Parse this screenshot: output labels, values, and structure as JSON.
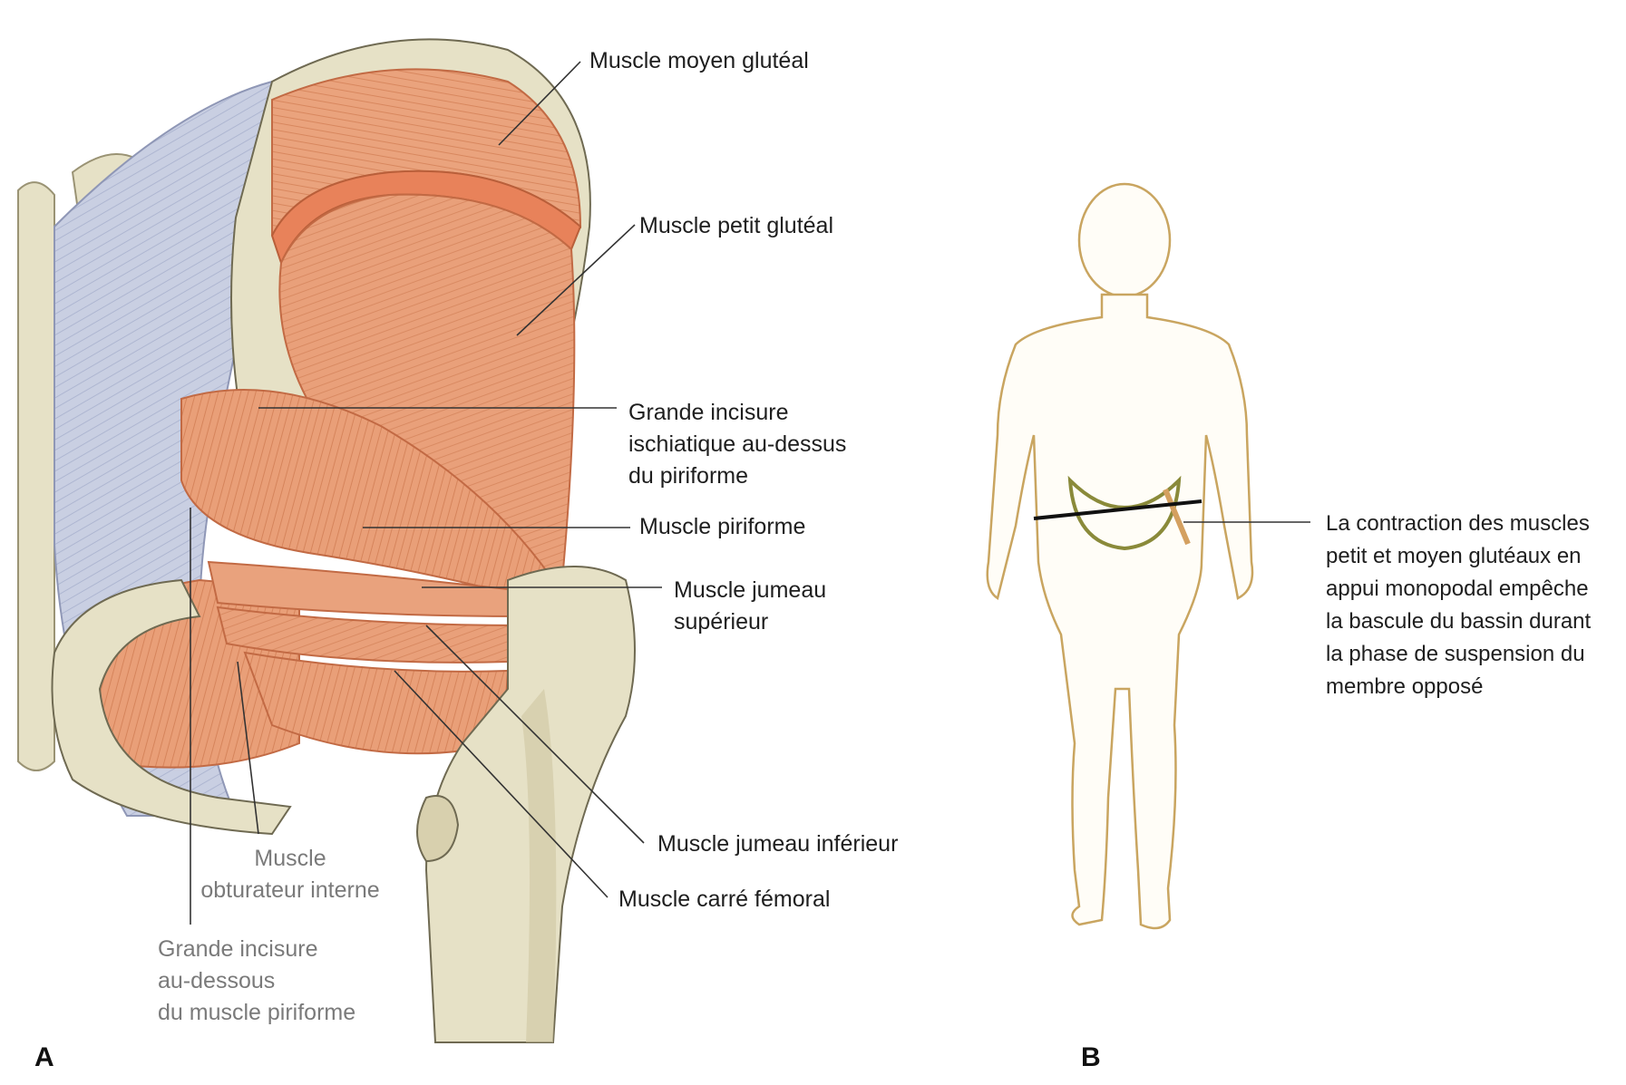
{
  "colors": {
    "muscle": "#e9a07a",
    "muscle_dark": "#d97c52",
    "bone": "#e6e1c6",
    "bone_shade": "#cfc7a1",
    "ligament": "#c7cde0",
    "body_outline": "#c9a560",
    "pelvis_marker": "#8a8a3a",
    "leader": "#333333"
  },
  "panel_a": {
    "letter": "A",
    "labels": {
      "moyen_gluteal": "Muscle moyen glutéal",
      "petit_gluteal": "Muscle petit glutéal",
      "grande_incisure_dessus": [
        "Grande incisure",
        "ischiatique au-dessus",
        "du piriforme"
      ],
      "piriforme": "Muscle piriforme",
      "jumeau_superieur": [
        "Muscle jumeau",
        "supérieur"
      ],
      "jumeau_inferieur": "Muscle jumeau inférieur",
      "carre_femoral": "Muscle carré fémoral",
      "obturateur_interne": [
        "Muscle",
        "obturateur interne"
      ],
      "grande_incisure_dessous": [
        "Grande incisure",
        "au-dessous",
        "du muscle piriforme"
      ]
    }
  },
  "panel_b": {
    "letter": "B",
    "caption": [
      "La contraction des muscles",
      "petit et moyen glutéaux en",
      "appui monopodal empêche",
      "la bascule du bassin durant",
      "la phase de suspension du",
      "membre opposé"
    ]
  }
}
